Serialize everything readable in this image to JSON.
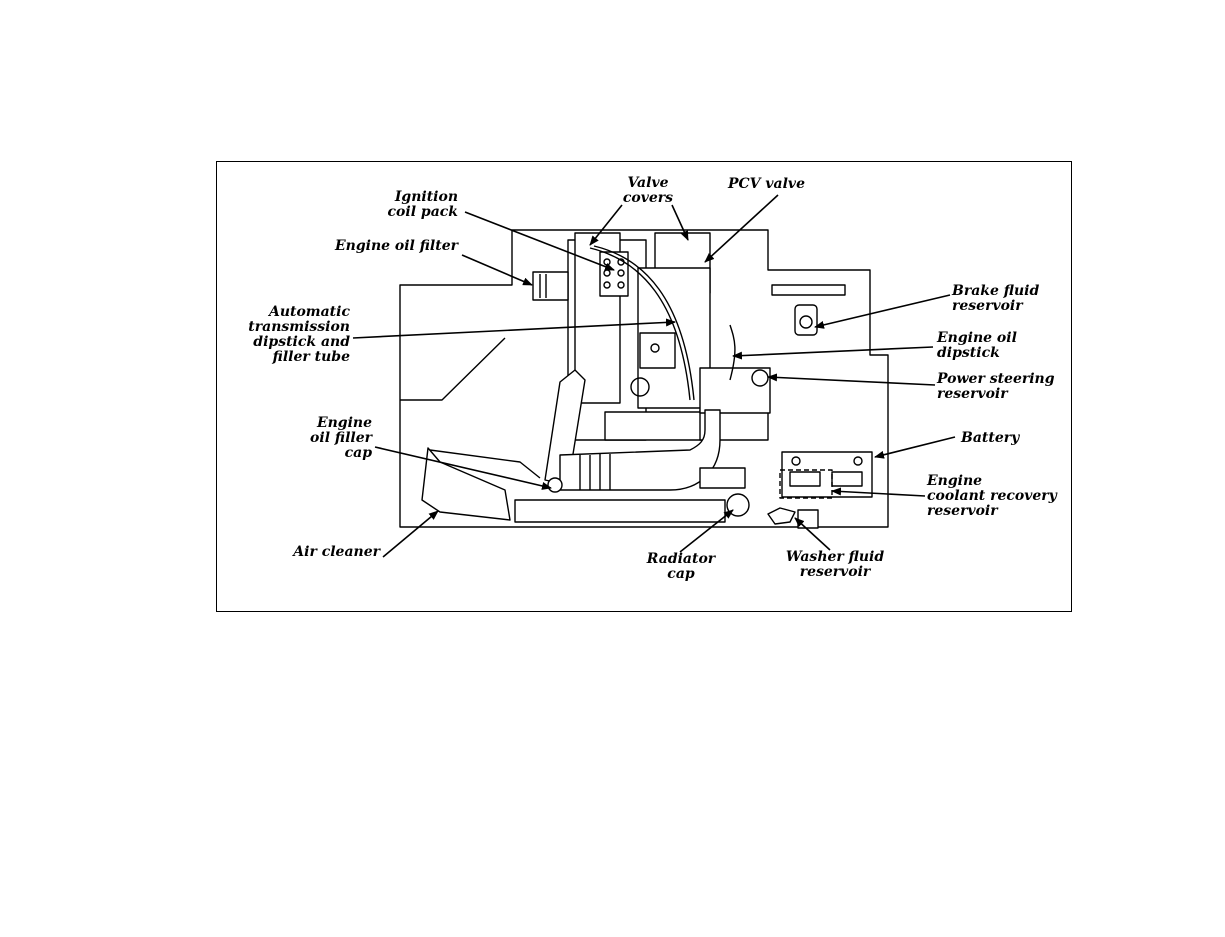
{
  "labels": {
    "ignition_coil_pack": "Ignition\ncoil pack",
    "valve_covers": "Valve\ncovers",
    "pcv_valve": "PCV valve",
    "engine_oil_filter": "Engine oil filter",
    "brake_fluid_reservoir": "Brake fluid\nreservoir",
    "automatic_transmission": "Automatic\ntransmission\ndipstick and\nfiller tube",
    "engine_oil_dipstick": "Engine oil\ndipstick",
    "power_steering_reservoir": "Power steering\nreservoir",
    "engine_oil_filler_cap": "Engine\noil filler\ncap",
    "battery": "Battery",
    "engine_coolant_recovery_reservoir": "Engine\ncoolant recovery\nreservoir",
    "air_cleaner": "Air cleaner",
    "radiator_cap": "Radiator\ncap",
    "washer_fluid_reservoir": "Washer fluid\nreservoir"
  },
  "colors": {
    "ink": "#000000",
    "paper": "#ffffff"
  }
}
